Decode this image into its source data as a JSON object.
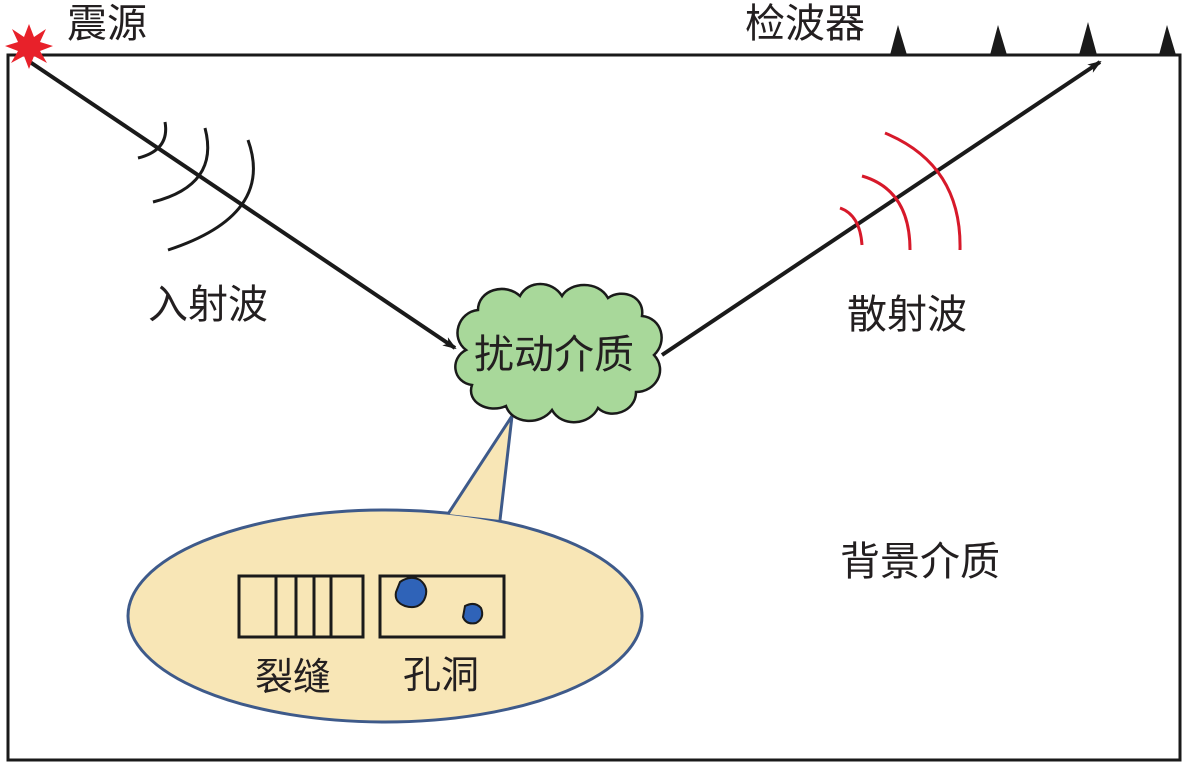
{
  "labels": {
    "source": "震源",
    "receiver": "检波器",
    "incident_wave": "入射波",
    "scattered_wave": "散射波",
    "perturbation_medium": "扰动介质",
    "background_medium": "背景介质",
    "fracture": "裂缝",
    "cave": "孔洞"
  },
  "colors": {
    "line": "#1a1a1a",
    "scattered_arcs": "#d7192a",
    "source_burst": "#e8212a",
    "cloud_fill": "#a8d89a",
    "bubble_fill": "#f8e6b6",
    "bubble_stroke": "#3e5a8a",
    "cave_fill": "#2f63b8"
  },
  "icons": {
    "source": "starburst-icon",
    "receiver": "triangle-icon"
  },
  "receiver_count": 4
}
